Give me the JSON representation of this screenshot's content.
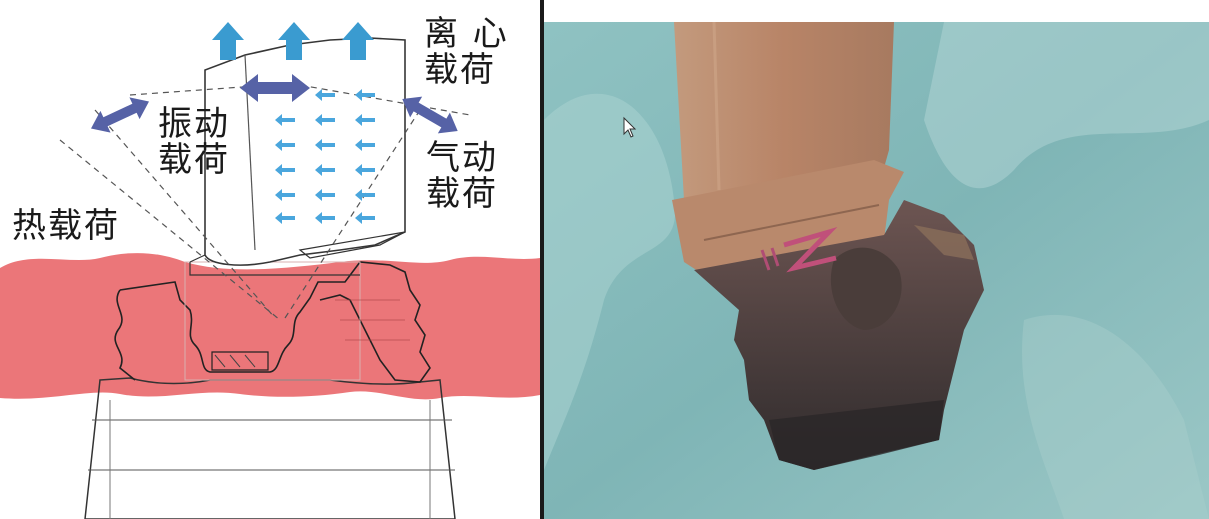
{
  "labels": {
    "centrifugal": [
      "离 心",
      "载荷"
    ],
    "vibration": [
      "振动",
      "载荷"
    ],
    "aero": [
      "气动",
      "载荷"
    ],
    "thermal": "热载荷"
  },
  "colors": {
    "thermal_band": "#ea6f72",
    "centrifugal_arrow": "#3a9bd0",
    "aero_arrow": "#4aa6dd",
    "vibration_arrow": "#5662a6",
    "line": "#333333",
    "photo_cloth": "#8fbfbf",
    "blade_metal": "#b9896c",
    "root_dark": "#3b3433"
  },
  "icons": {
    "cursor": "mouse-pointer-icon"
  }
}
